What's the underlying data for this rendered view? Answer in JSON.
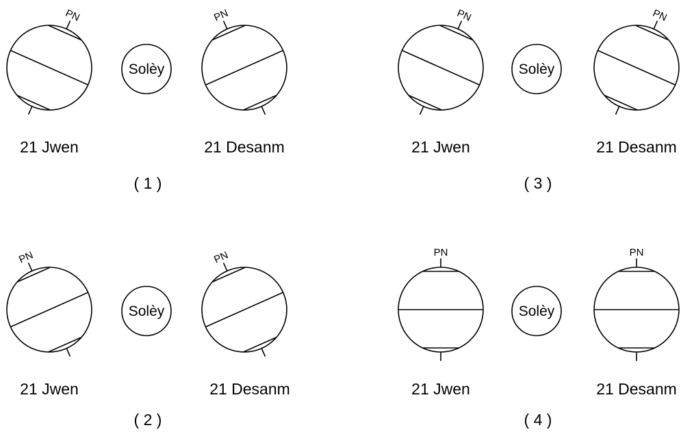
{
  "labels": {
    "sun": "Solèy",
    "north_pole": "PN"
  },
  "colors": {
    "night_shade": "#d3d3d3",
    "outline": "#000000",
    "background": "#ffffff"
  },
  "options": [
    {
      "number": "( 1 )",
      "june": {
        "date": "21 Jwen",
        "tilt": "away",
        "shaded_side": "left"
      },
      "december": {
        "date": "21 Desanm",
        "tilt": "toward",
        "shaded_side": "right"
      }
    },
    {
      "number": "( 2 )",
      "june": {
        "date": "21 Jwen",
        "tilt": "toward",
        "shaded_side": "left"
      },
      "december": {
        "date": "21 Desanm",
        "tilt": "toward",
        "shaded_side": "right"
      }
    },
    {
      "number": "( 3 )",
      "june": {
        "date": "21 Jwen",
        "tilt": "away",
        "shaded_side": "left"
      },
      "december": {
        "date": "21 Desanm",
        "tilt": "away",
        "shaded_side": "right"
      }
    },
    {
      "number": "( 4 )",
      "june": {
        "date": "21 Jwen",
        "tilt": "none",
        "shaded_side": "left"
      },
      "december": {
        "date": "21 Desanm",
        "tilt": "none",
        "shaded_side": "right"
      }
    }
  ]
}
